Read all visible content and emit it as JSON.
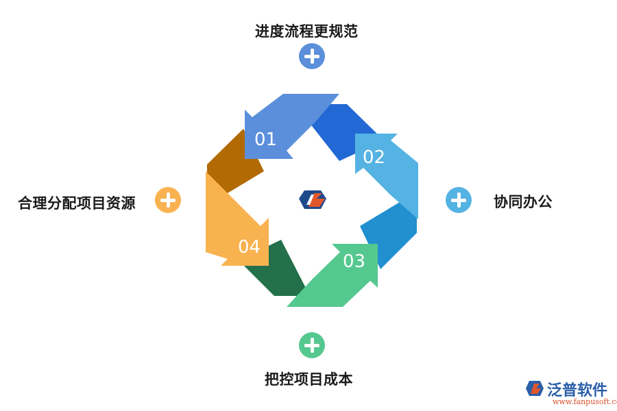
{
  "items": [
    {
      "num": "01",
      "label": "进度流程更规范",
      "color": "#5b8fdb"
    },
    {
      "num": "02",
      "label": "协同办公",
      "color": "#55b3e3"
    },
    {
      "num": "03",
      "label": "把控项目成本",
      "color": "#55c88f"
    },
    {
      "num": "04",
      "label": "合理分配项目资源",
      "color": "#f8b24f"
    }
  ],
  "brand": {
    "name": "泛普软件",
    "url": "www.fanpusoft.com"
  },
  "icons": {
    "plus": "plus-circle-icon",
    "center": "logo-icon"
  }
}
